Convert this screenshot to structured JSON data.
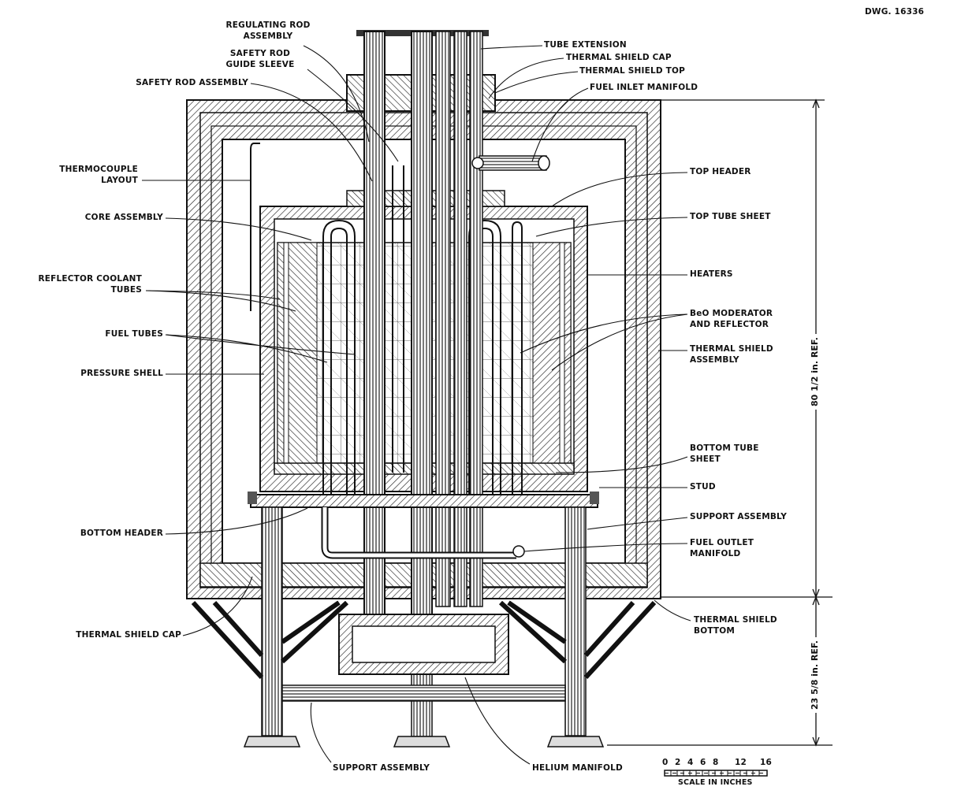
{
  "drawing_number": "DWG. 16336",
  "labels_left": {
    "regulating_rod_assembly": [
      "REGULATING ROD",
      "ASSEMBLY"
    ],
    "safety_rod_guide_sleeve": [
      "SAFETY ROD",
      "GUIDE SLEEVE"
    ],
    "safety_rod_assembly": "SAFETY ROD ASSEMBLY",
    "thermocouple_layout": [
      "THERMOCOUPLE",
      "LAYOUT"
    ],
    "core_assembly": "CORE ASSEMBLY",
    "reflector_coolant_tubes": [
      "REFLECTOR COOLANT",
      "TUBES"
    ],
    "fuel_tubes": "FUEL TUBES",
    "pressure_shell": "PRESSURE SHELL",
    "bottom_header": "BOTTOM HEADER",
    "thermal_shield_cap_lower": "THERMAL SHIELD CAP",
    "support_assembly_lower": "SUPPORT ASSEMBLY",
    "helium_manifold": "HELIUM MANIFOLD"
  },
  "labels_right": {
    "tube_extension": "TUBE EXTENSION",
    "thermal_shield_cap": "THERMAL SHIELD CAP",
    "thermal_shield_top": "THERMAL SHIELD TOP",
    "fuel_inlet_manifold": "FUEL INLET MANIFOLD",
    "top_header": "TOP HEADER",
    "top_tube_sheet": "TOP TUBE SHEET",
    "heaters": "HEATERS",
    "beo_moderator": [
      "BeO MODERATOR",
      "AND REFLECTOR"
    ],
    "thermal_shield_assembly": [
      "THERMAL SHIELD",
      "ASSEMBLY"
    ],
    "bottom_tube_sheet": [
      "BOTTOM TUBE",
      "SHEET"
    ],
    "stud": "STUD",
    "support_assembly": "SUPPORT ASSEMBLY",
    "fuel_outlet_manifold": [
      "FUEL OUTLET",
      "MANIFOLD"
    ],
    "thermal_shield_bottom": [
      "THERMAL SHIELD",
      "BOTTOM"
    ]
  },
  "dimensions": {
    "upper": "80 1/2 in. REF.",
    "lower": "23 5/8 in. REF."
  },
  "scale": {
    "ticks": [
      "0",
      "2",
      "4",
      "6",
      "8",
      "12",
      "16"
    ],
    "caption": "SCALE IN INCHES"
  }
}
